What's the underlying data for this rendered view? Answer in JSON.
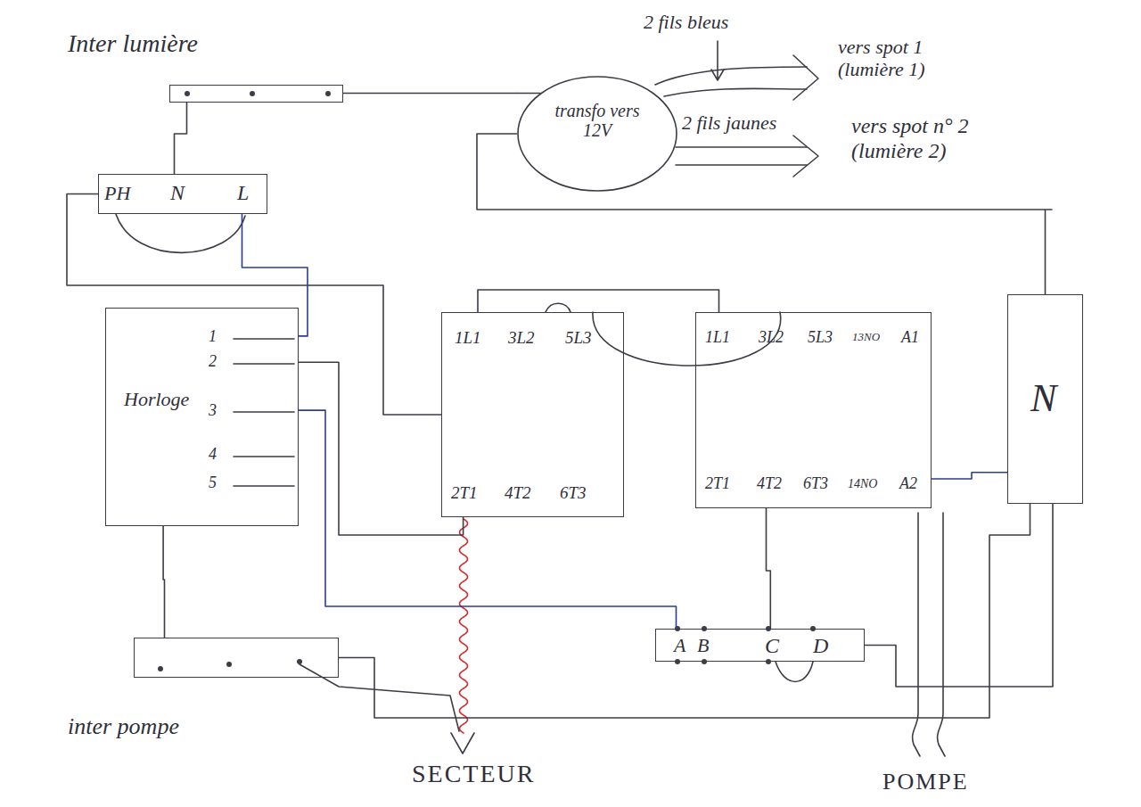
{
  "diagram": {
    "nodes": [
      {
        "text": [
          "Inter lumière"
        ]
      },
      {
        "text": [
          "PH",
          "N",
          "L"
        ]
      },
      {
        "text": [
          "transfo vers 12V"
        ]
      },
      {
        "text": [
          "Horloge",
          "1",
          "2",
          "3",
          "4",
          "5"
        ]
      },
      {
        "text": [
          "1L1",
          "3L2",
          "5L3",
          "2T1",
          "4T2",
          "6T3"
        ]
      },
      {
        "text": [
          "1L1",
          "3L2",
          "5L3",
          "13NO",
          "A1",
          "2T1",
          "4T2",
          "6T3",
          "14NO",
          "A2"
        ]
      },
      {
        "text": [
          "N"
        ]
      },
      {
        "text": [
          "A",
          "B",
          "C",
          "D"
        ]
      },
      {
        "text": [
          "inter pompe"
        ]
      }
    ],
    "edges": [
      {
        "from": 0,
        "to": 1,
        "arrow": "none"
      },
      {
        "from": 0,
        "to": 2,
        "arrow": "none"
      },
      {
        "from": 2,
        "to": 6,
        "arrow": "none"
      },
      {
        "from": 1,
        "to": 3,
        "arrow": "none"
      },
      {
        "from": 1,
        "to": 4,
        "arrow": "none"
      },
      {
        "from": 3,
        "to": 4,
        "arrow": "none"
      },
      {
        "from": 3,
        "to": 7,
        "arrow": "none"
      },
      {
        "from": 3,
        "to": 8,
        "arrow": "none"
      },
      {
        "from": 4,
        "to": 5,
        "arrow": "none"
      },
      {
        "from": 5,
        "to": 6,
        "arrow": "none"
      },
      {
        "from": 5,
        "to": 7,
        "arrow": "none"
      },
      {
        "from": 7,
        "to": 6,
        "arrow": "none"
      },
      {
        "from": 8,
        "to": 6,
        "arrow": "none"
      }
    ],
    "labels": [
      "2 fils bleus",
      "vers spot 1 (lumière 1)",
      "2 fils jaunes",
      "vers spot n° 2 (lumière 2)",
      "SECTEUR",
      "POMPE"
    ]
  }
}
